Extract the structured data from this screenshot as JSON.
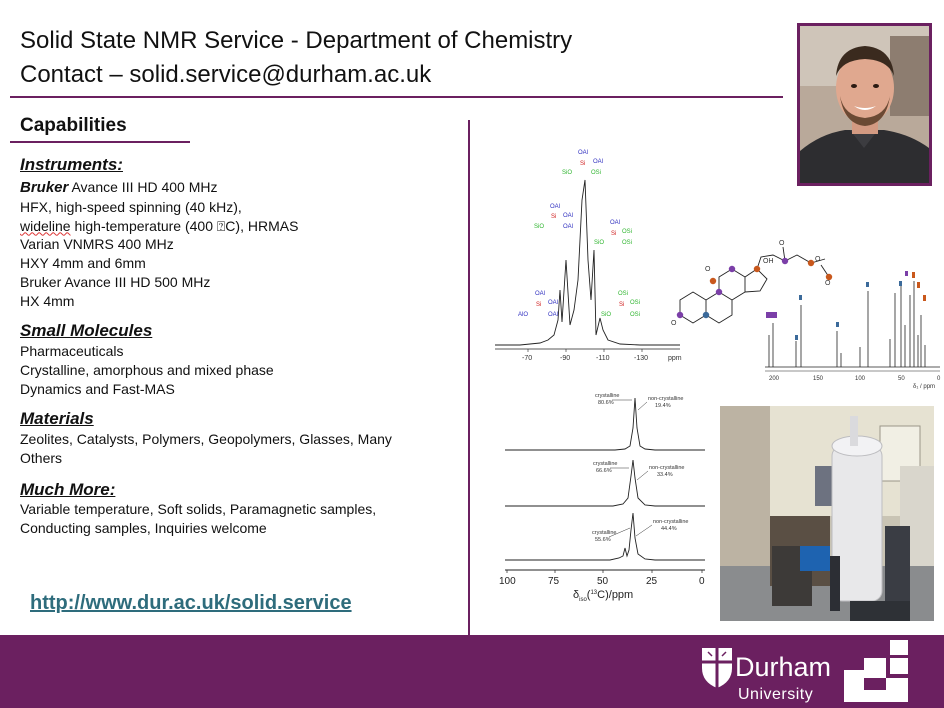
{
  "header": {
    "title": "Solid State NMR Service - Department of Chemistry",
    "contact": "Contact – solid.service@durham.ac.uk"
  },
  "capabilities": {
    "heading": "Capabilities",
    "instruments_heading": "Instruments:",
    "instruments": {
      "brand1": "Bruker",
      "line1_rest": " Avance III HD 400 MHz",
      "line2": "HFX, high-speed spinning (40 kHz),",
      "line3a": "wideline",
      "line3b": " high-temperature (400 ⍰C), HRMAS",
      "line4": "Varian VNMRS 400 MHz",
      "line5": "HXY 4mm and 6mm",
      "line6": "Bruker Avance III HD 500 MHz",
      "line7": "HX 4mm"
    },
    "small_molecules_heading": "Small Molecules",
    "small_molecules": [
      "Pharmaceuticals",
      "Crystalline, amorphous and mixed phase",
      "Dynamics and Fast-MAS"
    ],
    "materials_heading": "Materials",
    "materials": [
      "Zeolites, Catalysts, Polymers, Geopolymers, Glasses, Many",
      "Others"
    ],
    "much_more_heading": "Much More:",
    "much_more": [
      "Variable temperature, Soft solids, Paramagnetic samples,",
      "Conducting samples, Inquiries welcome"
    ]
  },
  "link": "http://www.dur.ac.uk/solid.service",
  "figure_si": {
    "ticks": [
      "-70",
      "-90",
      "-110",
      "-130"
    ],
    "unit": "ppm",
    "structures": [
      {
        "top": "OAl",
        "right": "OAl",
        "left": "SiO",
        "right2": "OSi",
        "center": "Si"
      },
      {
        "top": "OAl",
        "right": "OAl",
        "left": "SiO",
        "right2": "OAl",
        "center": "Si"
      },
      {
        "top": "OAl",
        "right": "OSi",
        "left": "SiO",
        "right2": "OSi",
        "center": "Si"
      },
      {
        "top": "OAl",
        "right": "OAl",
        "left": "AlO",
        "right2": "OAl",
        "center": "Si"
      },
      {
        "top": "OSi",
        "right": "OSi",
        "left": "SiO",
        "right2": "OSi",
        "center": "Si"
      }
    ]
  },
  "figure_steroid": {
    "labels": [
      "O",
      "OH",
      "O",
      "O",
      "O",
      "O"
    ],
    "ticks": [
      "200",
      "150",
      "100",
      "50",
      "0"
    ],
    "unit": "δ₁ / ppm"
  },
  "figure_crystal": {
    "spectra": [
      {
        "crystalline": "crystalline",
        "crystalline_pct": "80.6%",
        "noncrystalline": "non-crystalline",
        "noncrystalline_pct": "19.4%"
      },
      {
        "crystalline": "crystalline",
        "crystalline_pct": "66.6%",
        "noncrystalline": "non-crystalline",
        "noncrystalline_pct": "33.4%"
      },
      {
        "crystalline": "crystalline",
        "crystalline_pct": "55.6%",
        "noncrystalline": "non-crystalline",
        "noncrystalline_pct": "44.4%"
      }
    ],
    "ticks": [
      "100",
      "75",
      "50",
      "25",
      "0"
    ],
    "xlabel_main": "δ",
    "xlabel_sub": "iso",
    "xlabel_rest": "(",
    "xlabel_sup": "13",
    "xlabel_end": "C)/ppm"
  },
  "footer": {
    "logo_name": "Durham",
    "logo_sub": "University"
  },
  "colors": {
    "purple": "#6b2060",
    "link": "#2e6c7c",
    "green": "#2fb52f",
    "red": "#d02020",
    "blue": "#3030c0"
  }
}
